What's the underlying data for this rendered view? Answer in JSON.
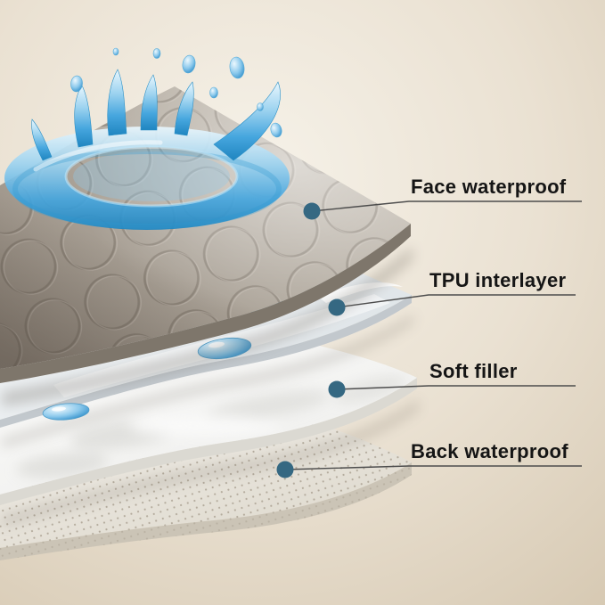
{
  "callouts": [
    {
      "label": "Face waterproof"
    },
    {
      "label": "TPU interlayer"
    },
    {
      "label": "Soft filler"
    },
    {
      "label": "Back waterproof"
    }
  ],
  "colors": {
    "callout_dot": "#356882",
    "callout_line": "#4d4d4d",
    "label_text": "#151515",
    "water_blue": "#2f9ad4",
    "fabric_gray": "#aba295",
    "tpu_film": "#e8edf0",
    "soft_filler": "#f5f5f3",
    "back_fabric": "#e7e3da",
    "background": "#e9dfcf"
  }
}
